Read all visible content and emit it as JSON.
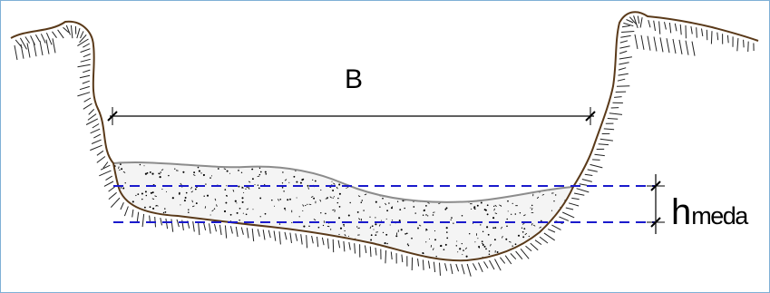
{
  "labels": {
    "width": "B",
    "height_main": "h",
    "height_sub": "meda"
  },
  "colors": {
    "border": "#7fb0d6",
    "bank": "#5a3a1a",
    "hatch": "#222222",
    "water_fill": "#f4f4f4",
    "speckle": "#000000",
    "water_surface": "#8c8c8c",
    "dashed_line": "#1a1acc",
    "dimension": "#000000"
  }
}
